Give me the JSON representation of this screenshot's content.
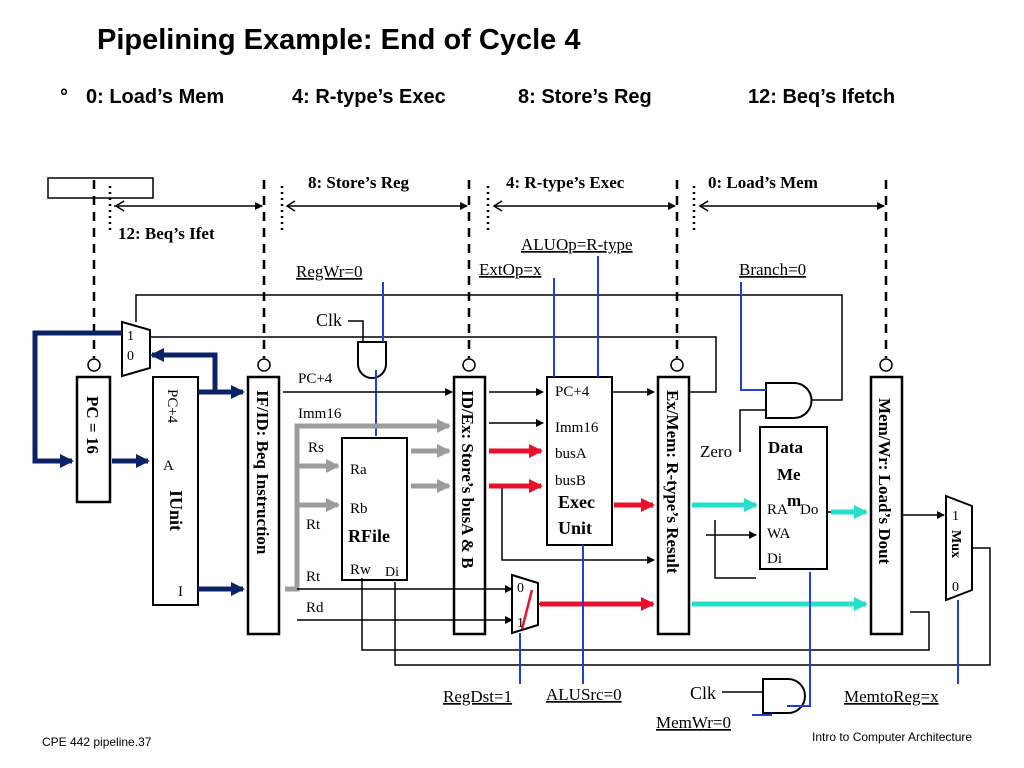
{
  "title": "Pipelining Example: End of Cycle 4",
  "bullet": {
    "marker": "°",
    "items": [
      "0: Load’s Mem",
      "4: R-type’s Exec",
      "8: Store’s Reg",
      "12: Beq’s Ifetch"
    ]
  },
  "stage_labels": {
    "ifetch": "12: Beq’s Ifet",
    "reg": "8: Store’s  Reg",
    "exec": "4: R-type’s  Exec",
    "mem": "0: Load’s  Mem"
  },
  "controls": {
    "regwr": "RegWr=0",
    "extop": "ExtOp=x",
    "aluop": "ALUOp=R-type",
    "branch": "Branch=0",
    "regdst": "RegDst=1",
    "alusrc": "ALUSrc=0",
    "memwr": "MemWr=0",
    "memtoreg": "MemtoReg=x",
    "clk_top": "Clk",
    "clk_bottom": "Clk",
    "zero": "Zero"
  },
  "registers": {
    "pc": "PC = 16",
    "ifid": "IF/ID: Beq Instruction",
    "idex": "ID/Ex: Store’s busA & B",
    "exmem": "Ex/Mem: R-type’s Result",
    "memwr": "Mem/Wr: Load’s Dout"
  },
  "iunit": {
    "pc4": "PC+4",
    "a": "A",
    "name": "IUnit",
    "i": "I"
  },
  "signals": {
    "pc4": "PC+4",
    "imm16": "Imm16",
    "rs": "Rs",
    "rt1": "Rt",
    "rt2": "Rt",
    "rd": "Rd"
  },
  "rfile": {
    "ra": "Ra",
    "rb": "Rb",
    "name": "RFile",
    "rw": "Rw",
    "di": "Di"
  },
  "exec": {
    "pc4": "PC+4",
    "imm16": "Imm16",
    "busa": "busA",
    "busb": "busB",
    "name1": "Exec",
    "name2": "Unit"
  },
  "datamem": {
    "l1": "Data",
    "l2": "Me",
    "l3": "m",
    "ra": "RA",
    "do": "Do",
    "wa": "WA",
    "di": "Di"
  },
  "muxes": {
    "pc_mux_1": "1",
    "pc_mux_0": "0",
    "regdst_mux_0": "0",
    "regdst_mux_1": "1",
    "wb_mux_1": "1",
    "wb_mux_label": "Mux",
    "wb_mux_0": "0"
  },
  "footer": {
    "left": "CPE 442 pipeline.37",
    "right": "Intro to Computer Architecture"
  },
  "colors": {
    "control_line": "#1f3fd8",
    "bus_navy": "#0c2266",
    "red_arrow": "#e8102a",
    "cyan_arrow": "#25e0c8",
    "gray_arrow": "#9c9c9c"
  }
}
